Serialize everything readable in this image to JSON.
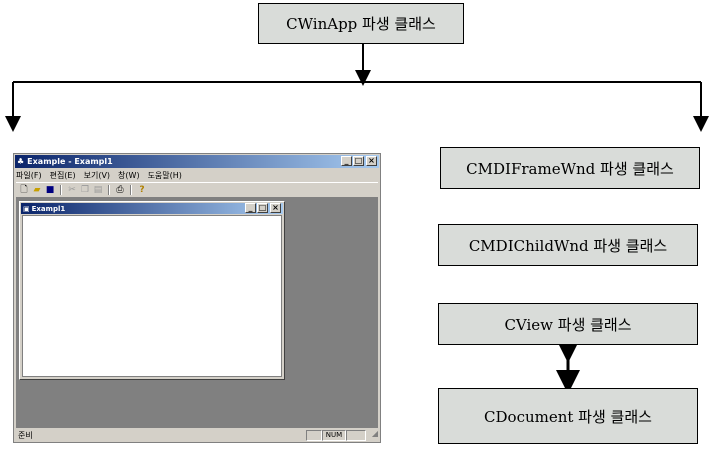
{
  "diagram": {
    "top_box": "CWinApp 파생 클래스",
    "right_boxes": [
      "CMDIFrameWnd 파생 클래스",
      "CMDIChildWnd 파생 클래스",
      "CView 파생 클래스",
      "CDocument 파생 클래스"
    ]
  },
  "window": {
    "title": "Example - Exampl1",
    "menu": [
      "파일(F)",
      "편집(E)",
      "보기(V)",
      "창(W)",
      "도움말(H)"
    ],
    "child_title": "Exampl1",
    "status_text": "준비",
    "status_num": "NUM",
    "controls": {
      "minimize": "_",
      "maximize": "□",
      "close": "×"
    }
  }
}
